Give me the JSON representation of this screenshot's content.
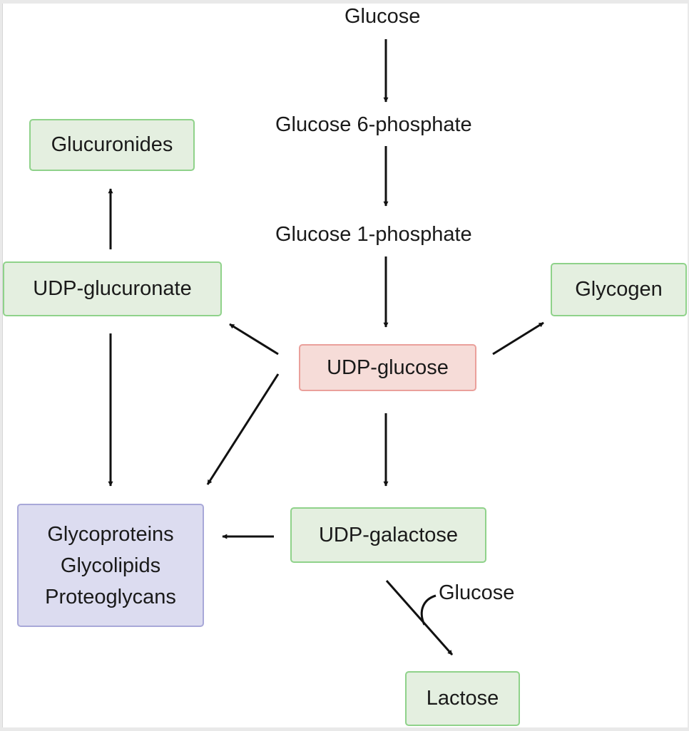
{
  "nodes": {
    "glucose": "Glucose",
    "glucose_6_phosphate": "Glucose 6-phosphate",
    "glucose_1_phosphate": "Glucose 1-phosphate",
    "udp_glucose": "UDP-glucose",
    "glucuronides": "Glucuronides",
    "udp_glucuronate": "UDP-glucuronate",
    "glycogen": "Glycogen",
    "udp_galactose": "UDP-galactose",
    "lactose": "Lactose",
    "glycoconjugates": [
      "Glycoproteins",
      "Glycolipids",
      "Proteoglycans"
    ],
    "glucose_input": "Glucose"
  },
  "colors": {
    "green_fill": "#e4efe0",
    "green_border": "#8fd28a",
    "red_fill": "#f6dcd8",
    "red_border": "#eaa09b",
    "purple_fill": "#dcdcf0",
    "purple_border": "#a8a8d8",
    "arrow": "#111111"
  }
}
